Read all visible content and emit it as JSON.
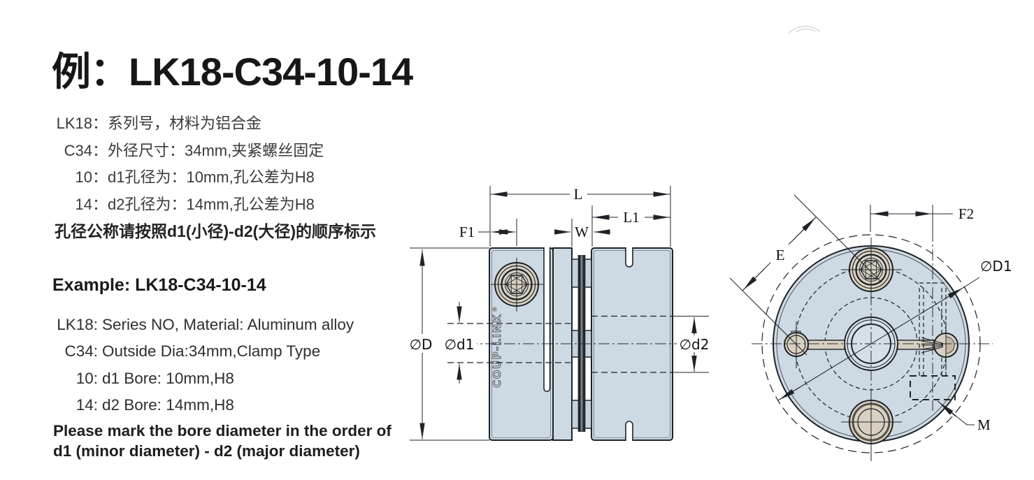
{
  "title": "例：LK18-C34-10-14",
  "spec_cn": {
    "items": [
      {
        "code": "LK18：",
        "desc": "系列号，材料为铝合金"
      },
      {
        "code": "C34：",
        "desc": "外径尺寸：34mm,夹紧螺丝固定"
      },
      {
        "code": "10：",
        "desc": "d1孔径为：10mm,孔公差为H8"
      },
      {
        "code": "14：",
        "desc": "d2孔径为：14mm,孔公差为H8"
      }
    ],
    "note": "孔径公称请按照d1(小径)-d2(大径)的顺序标示"
  },
  "spec_en": {
    "heading": "Example: LK18-C34-10-14",
    "items": [
      {
        "code": "LK18:",
        "desc": "Series NO, Material: Aluminum alloy"
      },
      {
        "code": "C34:",
        "desc": "Outside Dia:34mm,Clamp Type"
      },
      {
        "code": "10:",
        "desc": "d1 Bore: 10mm,H8"
      },
      {
        "code": "14:",
        "desc": "d2 Bore: 14mm,H8"
      }
    ],
    "note_line1": "Please mark the bore diameter in the order of",
    "note_line2": "d1 (minor diameter) - d2 (major diameter)"
  },
  "drawing": {
    "brand": "COUP-LINK",
    "registered": "®",
    "labels": {
      "L": "L",
      "L1": "L1",
      "F1": "F1",
      "W": "W",
      "D": "∅D",
      "d1": "∅d1",
      "d2": "∅d2",
      "E": "E",
      "F2": "F2",
      "D1": "∅D1",
      "M": "M"
    },
    "colors": {
      "body": "#cdd9e3",
      "screw": "#d8d0c1",
      "screw_shadow": "#c3b9a5",
      "disc": "#4a5056",
      "slot": "#d8d0c1",
      "line": "#1f2328"
    }
  }
}
